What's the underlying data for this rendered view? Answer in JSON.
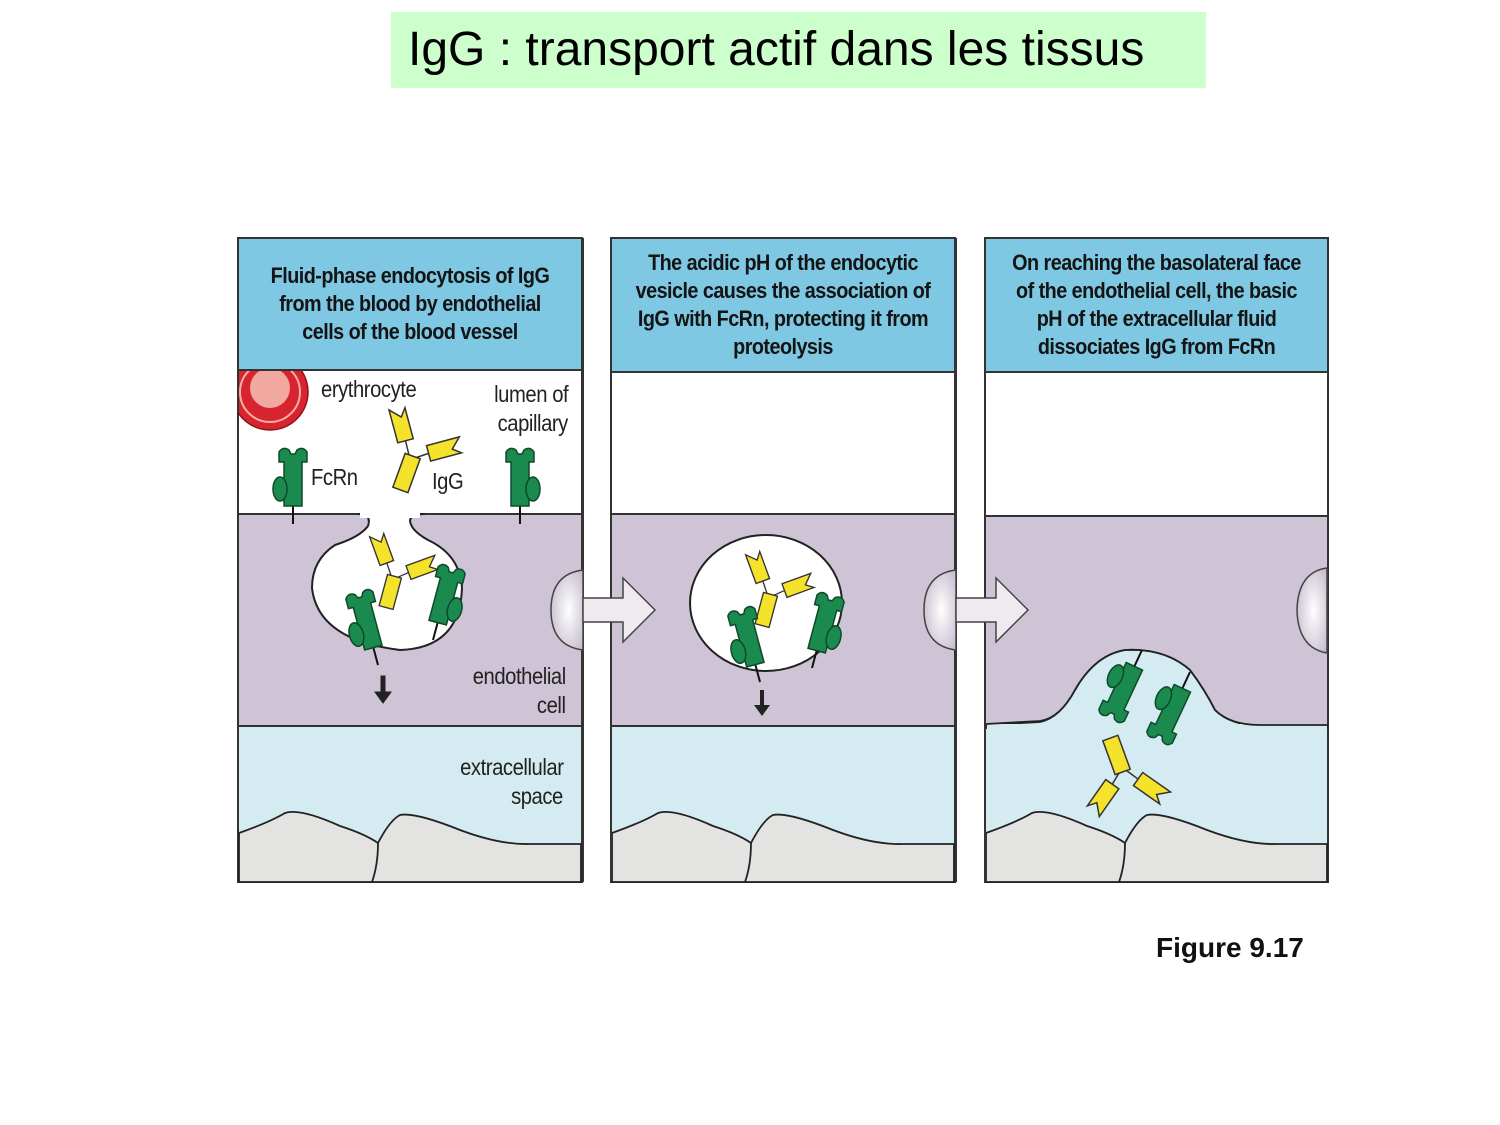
{
  "title": "IgG : transport actif dans les tissus",
  "figure_label": "Figure 9.17",
  "colors": {
    "title_bg": "#ccffcc",
    "caption_bg": "#7ec8e3",
    "endothelial_cell": "#cfc3d6",
    "extracellular_space": "#d5ebf2",
    "tissue": "#e3e3e1",
    "fcrn": "#1a8a4e",
    "igg": "#f5e22a",
    "erythrocyte": "#d8242f",
    "erythrocyte_center": "#f0a8a0"
  },
  "panels": [
    {
      "caption": "Fluid-phase endocytosis of IgG from the blood by endothelial cells of the blood vessel",
      "labels": {
        "erythrocyte": "erythrocyte",
        "lumen": "lumen of\ncapillary",
        "lumen_line1": "lumen of",
        "lumen_line2": "capillary",
        "fcrn": "FcRn",
        "igg": "IgG",
        "endothelial_line1": "endothelial",
        "endothelial_line2": "cell",
        "extracellular_line1": "extracellular",
        "extracellular_line2": "space"
      }
    },
    {
      "caption": "The acidic pH of the endocytic vesicle causes the association of IgG with FcRn, protecting it from proteolysis"
    },
    {
      "caption": "On reaching the basolateral face of the endothelial cell, the basic pH of the extracellular fluid dissociates IgG from FcRn"
    }
  ]
}
